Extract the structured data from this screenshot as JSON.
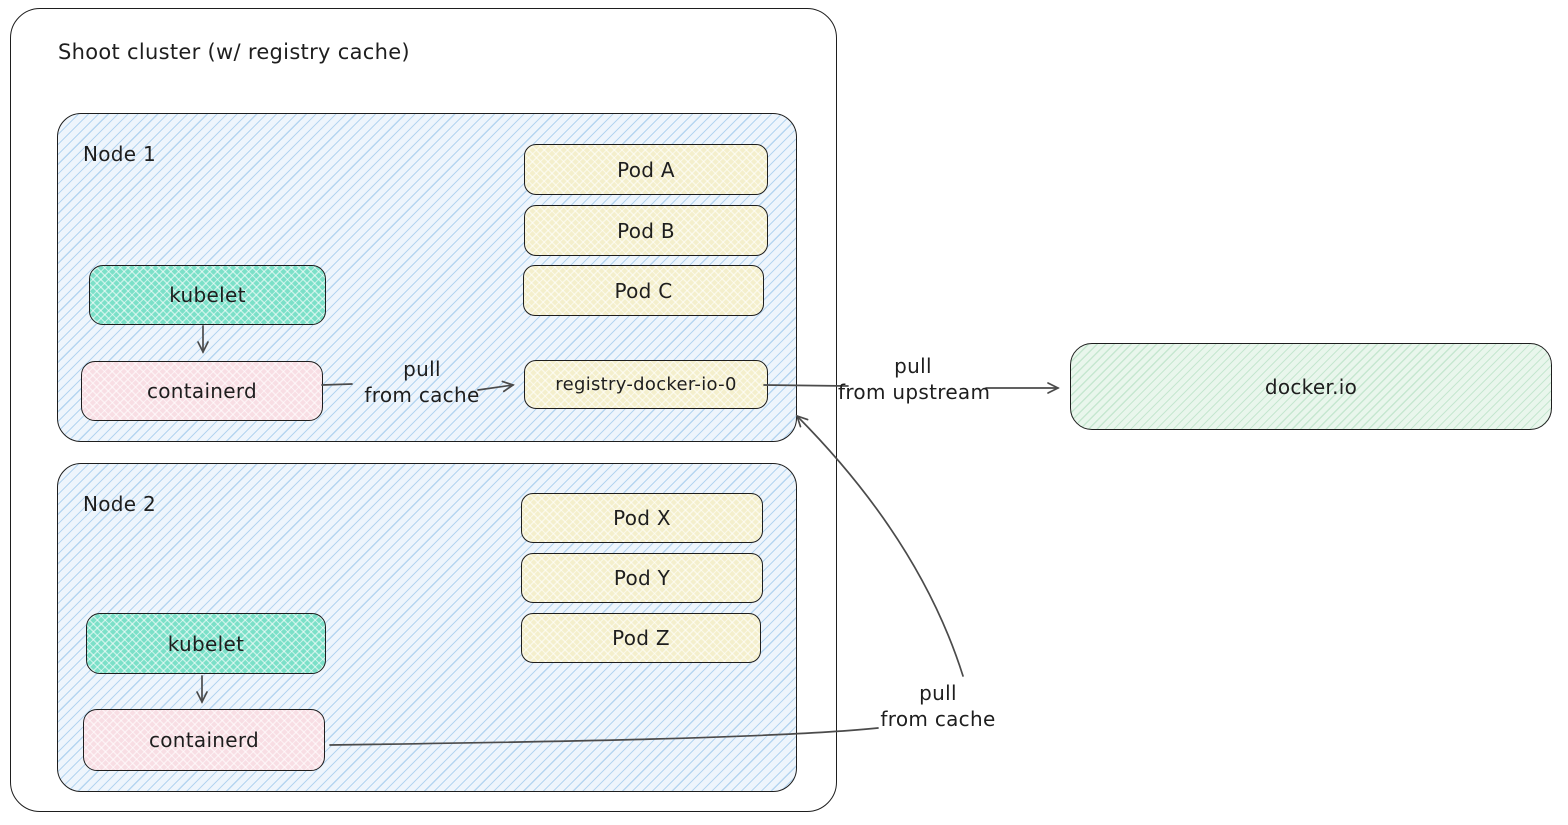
{
  "title": "Shoot cluster (w/ registry cache)",
  "node1": {
    "label": "Node 1",
    "kubelet": "kubelet",
    "containerd": "containerd",
    "pods": [
      "Pod A",
      "Pod B",
      "Pod C"
    ],
    "registry": "registry-docker-io-0"
  },
  "node2": {
    "label": "Node 2",
    "kubelet": "kubelet",
    "containerd": "containerd",
    "pods": [
      "Pod X",
      "Pod Y",
      "Pod Z"
    ]
  },
  "external": {
    "label": "docker.io"
  },
  "edges": {
    "node1_cache": {
      "line1": "pull",
      "line2": "from cache"
    },
    "upstream": {
      "line1": "pull",
      "line2": "from upstream"
    },
    "node2_cache": {
      "line1": "pull",
      "line2": "from cache"
    }
  },
  "colors": {
    "stroke": "#1e1e1e",
    "arrow": "#4b4b4b",
    "node_fill": "#eef5fc",
    "node_hatch": "#b5d5f0",
    "kubelet_fill": "#7be0c8",
    "containerd_fill": "#f8dee4",
    "pod_fill": "#f4efcc",
    "external_fill": "#e9f6ec",
    "external_hatch": "#c6e7d0",
    "text": "#1e1e1e"
  }
}
